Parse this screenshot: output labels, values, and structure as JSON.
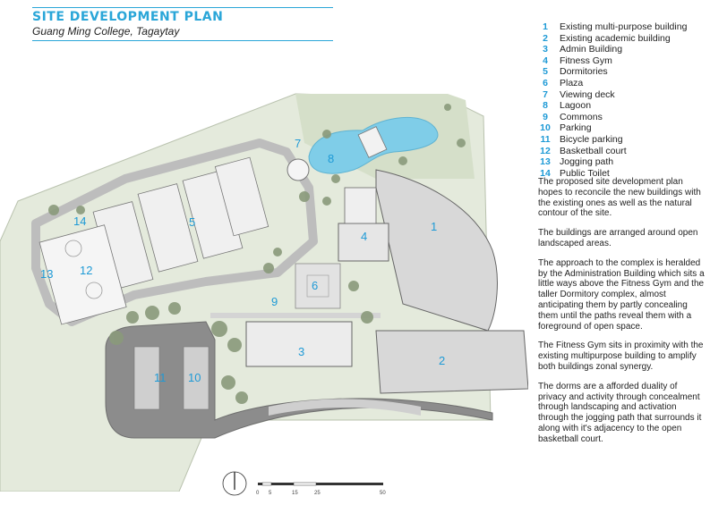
{
  "header": {
    "title": "SITE DEVELOPMENT PLAN",
    "subtitle": "Guang Ming College, Tagaytay"
  },
  "colors": {
    "accent": "#1e9ad6",
    "lagoon": "#7fcde8",
    "building": "#dcdcdc",
    "lawn": "#d9e3cf",
    "trees": "#8a9a7b",
    "road": "#8c8c8c"
  },
  "plan_labels": [
    {
      "id": "1",
      "name": "existing-multipurpose-building"
    },
    {
      "id": "2",
      "name": "existing-academic-building"
    },
    {
      "id": "3",
      "name": "admin-building"
    },
    {
      "id": "4",
      "name": "fitness-gym"
    },
    {
      "id": "5",
      "name": "dormitories"
    },
    {
      "id": "6",
      "name": "plaza"
    },
    {
      "id": "7",
      "name": "viewing-deck"
    },
    {
      "id": "8",
      "name": "lagoon"
    },
    {
      "id": "9",
      "name": "commons"
    },
    {
      "id": "10",
      "name": "parking"
    },
    {
      "id": "11",
      "name": "bicycle-parking"
    },
    {
      "id": "12",
      "name": "basketball-court"
    },
    {
      "id": "13",
      "name": "jogging-path"
    },
    {
      "id": "14",
      "name": "public-toilet"
    }
  ],
  "legend": [
    {
      "num": "1",
      "label": "Existing multi-purpose building"
    },
    {
      "num": "2",
      "label": "Existing academic building"
    },
    {
      "num": "3",
      "label": "Admin Building"
    },
    {
      "num": "4",
      "label": "Fitness Gym"
    },
    {
      "num": "5",
      "label": "Dormitories"
    },
    {
      "num": "6",
      "label": "Plaza"
    },
    {
      "num": "7",
      "label": "Viewing deck"
    },
    {
      "num": "8",
      "label": "Lagoon"
    },
    {
      "num": "9",
      "label": "Commons"
    },
    {
      "num": "10",
      "label": "Parking"
    },
    {
      "num": "11",
      "label": "Bicycle parking"
    },
    {
      "num": "12",
      "label": "Basketball court"
    },
    {
      "num": "13",
      "label": "Jogging path"
    },
    {
      "num": "14",
      "label": "Public Toilet"
    }
  ],
  "description": [
    "The proposed site development plan hopes to reconcile the new buildings with the existing ones as well as the natural contour of the site.",
    "The buildings are arranged around open landscaped areas.",
    "The approach to the complex is heralded by the Administration Building which sits a little ways above the Fitness Gym and the taller Dormitory complex, almost anticipating them by partly concealing them until the paths reveal them with a foreground of open space.",
    "The Fitness Gym sits in proximity with the existing multipurpose building to amplify both buildings zonal synergy.",
    "The dorms are a afforded duality of privacy and activity through concealment through landscaping and activation through the jogging path that surrounds it along with it's adjacency to the open basketball court."
  ],
  "scale": {
    "ticks": [
      "0",
      "5",
      "15",
      "25",
      "50"
    ]
  }
}
